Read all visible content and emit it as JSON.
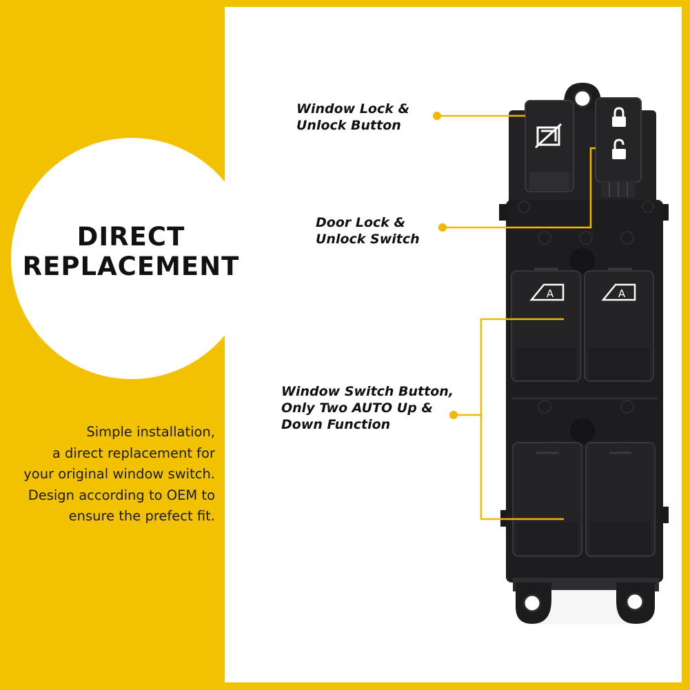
{
  "colors": {
    "background": "#f2c200",
    "panel": "#ffffff",
    "accent": "#f2b800",
    "device": "#1c1c1e"
  },
  "headline": [
    "DIRECT",
    "REPLACEMENT"
  ],
  "description": [
    "Simple installation,",
    "a direct replacement for",
    "your original window switch.",
    "Design according to OEM to",
    "ensure the prefect fit."
  ],
  "callouts": {
    "window_lock": [
      "Window Lock &",
      "Unlock Button"
    ],
    "door_lock": [
      "Door Lock &",
      "Unlock Switch"
    ],
    "window_switch": [
      "Window Switch Button,",
      "Only Two AUTO Up &",
      "Down Function"
    ]
  },
  "icons": {
    "window_lock_button": "window-lock-icon",
    "door_locked": "padlock-closed-icon",
    "door_unlocked": "padlock-open-icon",
    "auto_button": "auto-a-icon"
  },
  "device_labels": {
    "auto_glyph": "A"
  }
}
